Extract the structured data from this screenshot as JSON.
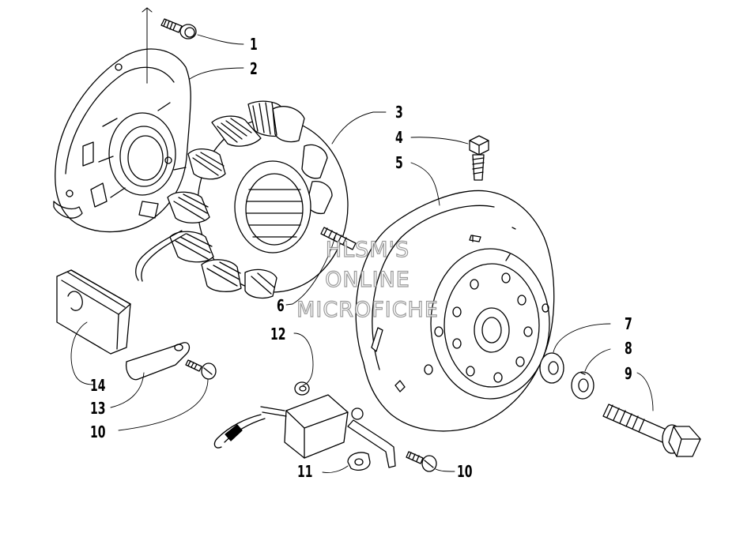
{
  "callouts": [
    {
      "id": "1",
      "label": "1"
    },
    {
      "id": "2",
      "label": "2"
    },
    {
      "id": "3",
      "label": "3"
    },
    {
      "id": "4",
      "label": "4"
    },
    {
      "id": "5",
      "label": "5"
    },
    {
      "id": "6",
      "label": "6"
    },
    {
      "id": "7",
      "label": "7"
    },
    {
      "id": "8",
      "label": "8"
    },
    {
      "id": "9",
      "label": "9"
    },
    {
      "id": "10a",
      "label": "10"
    },
    {
      "id": "10b",
      "label": "10"
    },
    {
      "id": "11",
      "label": "11"
    },
    {
      "id": "12",
      "label": "12"
    },
    {
      "id": "13",
      "label": "13"
    },
    {
      "id": "14",
      "label": "14"
    }
  ],
  "watermark": {
    "line1": "HLSM'S",
    "line2": "ONLINE",
    "line3": "MICROFICHE"
  },
  "colors": {
    "ink": "#000000",
    "watermark_outline": "#8a8a8a",
    "background": "#ffffff"
  }
}
